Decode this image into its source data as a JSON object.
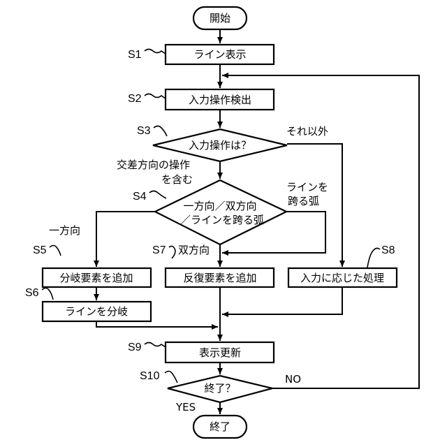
{
  "nodes": {
    "start": "開始",
    "s1": "ライン表示",
    "s2": "入力操作検出",
    "s3": "入力操作は？",
    "s4_line1": "一方向／双方向",
    "s4_line2": "／ラインを跨る弧",
    "s5": "分岐要素を追加",
    "s6": "ラインを分岐",
    "s7": "反復要素を追加",
    "s8": "入力に応じた処理",
    "s9": "表示更新",
    "s10": "終了？",
    "end": "終了"
  },
  "steps": {
    "s1": "S1",
    "s2": "S2",
    "s3": "S3",
    "s4": "S4",
    "s5": "S5",
    "s6": "S6",
    "s7": "S7",
    "s8": "S8",
    "s9": "S9",
    "s10": "S10"
  },
  "edges": {
    "s3_other": "それ以外",
    "s3_cross_1": "交差方向の操作",
    "s3_cross_2": "を含む",
    "s4_arc_1": "ラインを",
    "s4_arc_2": "跨る弧",
    "s4_one": "一方向",
    "s4_two": "双方向",
    "s10_no": "NO",
    "s10_yes": "YES"
  }
}
